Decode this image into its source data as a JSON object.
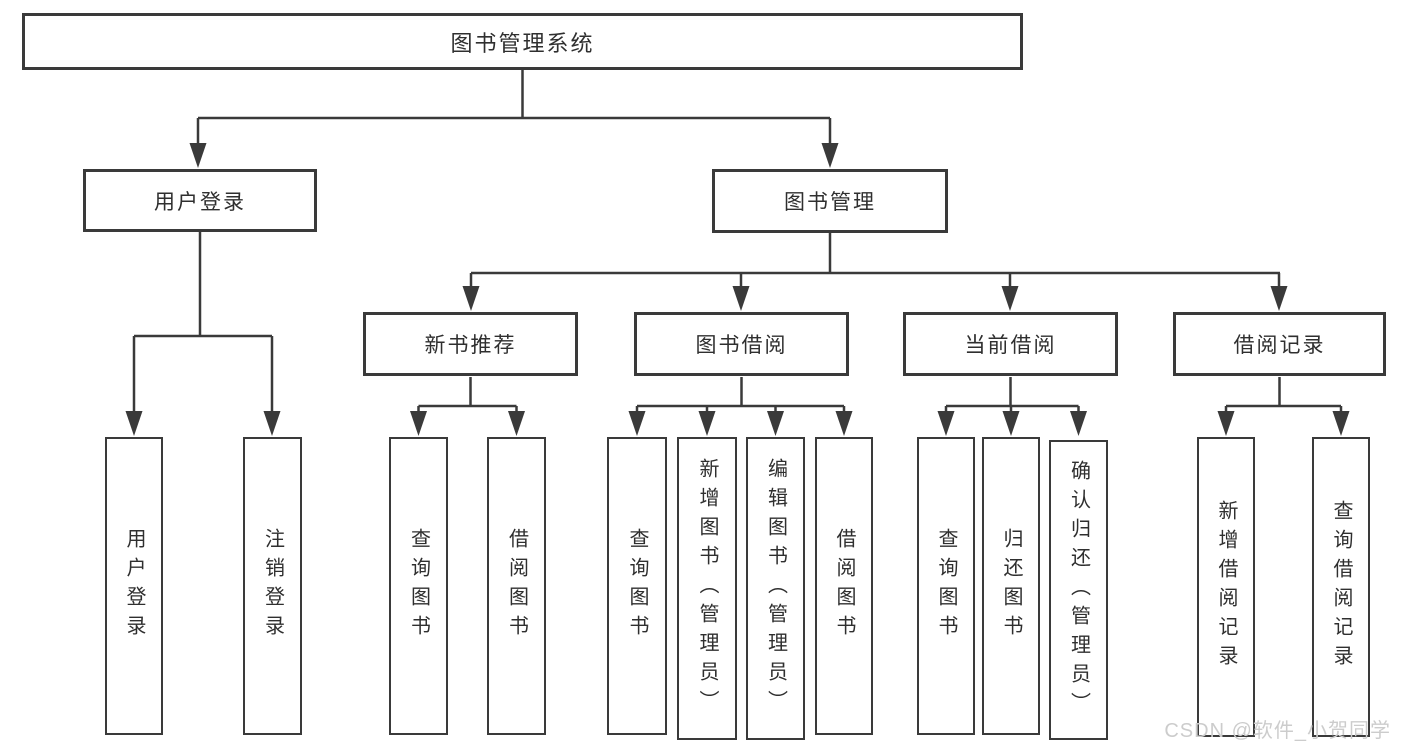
{
  "tree": {
    "root": "图书管理系统",
    "branches": [
      {
        "label": "用户登录",
        "children": [
          "用户登录",
          "注销登录"
        ]
      },
      {
        "label": "图书管理",
        "groups": [
          {
            "label": "新书推荐",
            "children": [
              "查询图书",
              "借阅图书"
            ]
          },
          {
            "label": "图书借阅",
            "children": [
              "查询图书",
              "新增图书（管理员）",
              "编辑图书（管理员）",
              "借阅图书"
            ]
          },
          {
            "label": "当前借阅",
            "children": [
              "查询图书",
              "归还图书",
              "确认归还（管理员）"
            ]
          },
          {
            "label": "借阅记录",
            "children": [
              "新增借阅记录",
              "查询借阅记录"
            ]
          }
        ]
      }
    ]
  },
  "watermark": {
    "text": "CSDN @软件_小贺同学"
  },
  "colors": {
    "line": "#3a3a3a",
    "text": "#2f2f2f",
    "watermark": "#cccccc",
    "background": "#ffffff"
  }
}
